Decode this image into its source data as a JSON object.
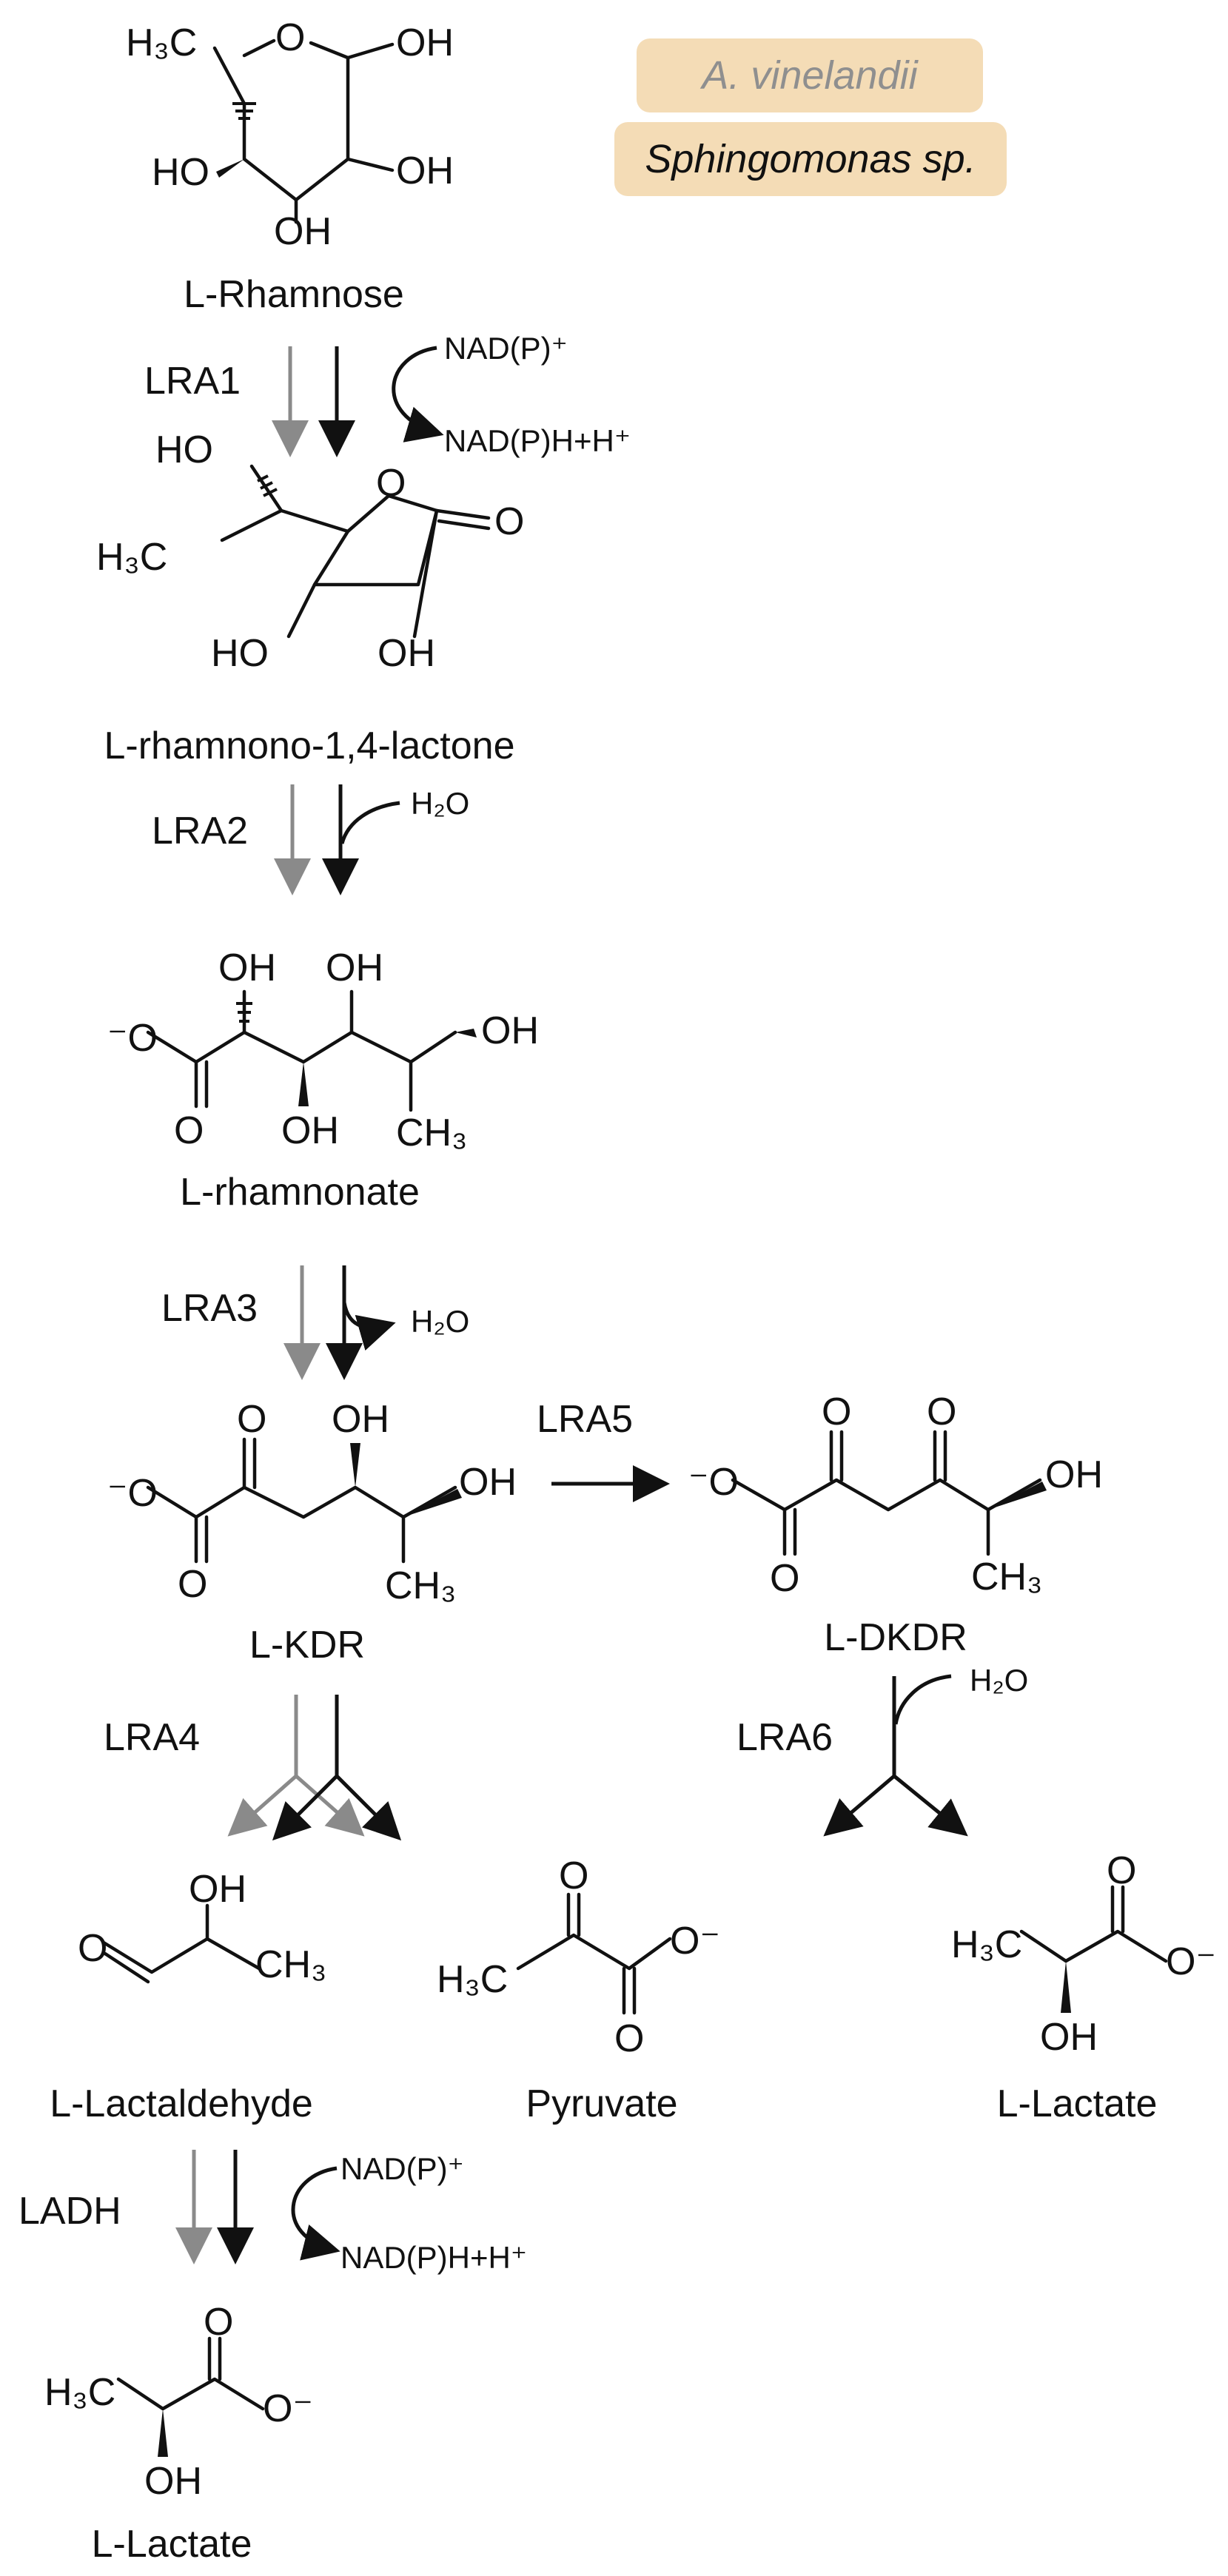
{
  "legend": {
    "organism_a": "A. vinelandii",
    "organism_b": "Sphingomonas sp."
  },
  "compounds": {
    "rhamnose": "L-Rhamnose",
    "lactone": "L-rhamnono-1,4-lactone",
    "rhamnonate": "L-rhamnonate",
    "kdr": "L-KDR",
    "dkdr": "L-DKDR",
    "lactaldehyde": "L-Lactaldehyde",
    "pyruvate": "Pyruvate",
    "lactate_right": "L-Lactate",
    "lactate_bottom": "L-Lactate"
  },
  "enzymes": {
    "lra1": "LRA1",
    "lra2": "LRA2",
    "lra3": "LRA3",
    "lra4": "LRA4",
    "lra5": "LRA5",
    "lra6": "LRA6",
    "ladh": "LADH"
  },
  "cofactors": {
    "lra1_in": "NAD(P)⁺",
    "lra1_out": "NAD(P)H+H⁺",
    "lra2_water": "H₂O",
    "lra3_water": "H₂O",
    "lra6_water": "H₂O",
    "ladh_in": "NAD(P)⁺",
    "ladh_out": "NAD(P)H+H⁺"
  },
  "atoms": {
    "oh": "OH",
    "ho": "HO",
    "o": "O",
    "h3c": "H₃C",
    "ch3": "CH₃",
    "o_minus": "⁻O",
    "o_minus_right": "O⁻"
  },
  "colors": {
    "grey_arrow": "#8a8a8a",
    "black_arrow": "#111111",
    "legend_fill": "#f4dcb6"
  }
}
